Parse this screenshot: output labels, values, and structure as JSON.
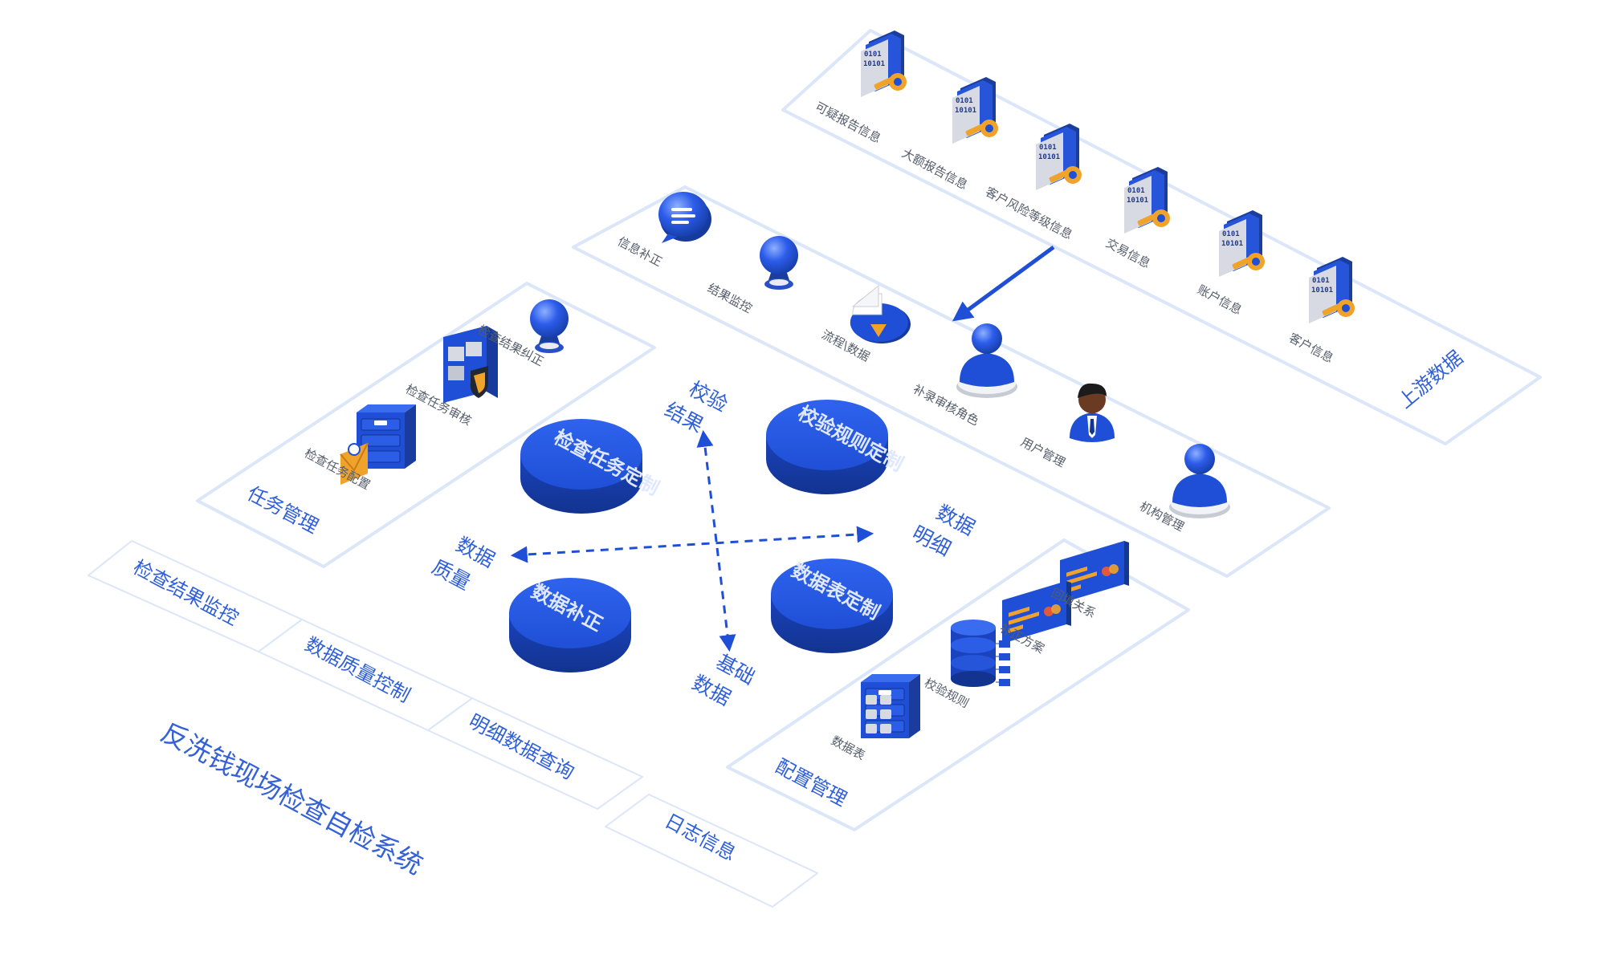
{
  "title": "反洗钱现场检查自检系统",
  "colors": {
    "primary_blue": "#1f4fd6",
    "outline_blue": "#dbe6f8",
    "label_gray": "#555d6b",
    "accent_orange": "#f0a32a",
    "text_blue": "#2f5fd9"
  },
  "upstream": {
    "title": "上游数据",
    "items": [
      "可疑报告信息",
      "大额报告信息",
      "客户风险等级信息",
      "交易信息",
      "账户信息",
      "客户信息"
    ]
  },
  "middle_row": {
    "items": [
      "信息补正",
      "结果监控",
      "流程\\数据",
      "补录审核角色",
      "用户管理",
      "机构管理"
    ]
  },
  "task_management": {
    "title": "任务管理",
    "items": [
      "检查结果纠正",
      "检查任务审核",
      "检查任务配置"
    ]
  },
  "config_management": {
    "title": "配置管理",
    "items": [
      "回填关系",
      "补正方案",
      "校验规则",
      "数据表"
    ]
  },
  "center": {
    "disks": [
      "检查任务定制",
      "校验规则定制",
      "数据补正",
      "数据表定制"
    ],
    "axes": {
      "top": [
        "校验",
        "结果"
      ],
      "bottom": [
        "基础",
        "数据"
      ],
      "left": [
        "数据",
        "质量"
      ],
      "right": [
        "数据",
        "明细"
      ]
    }
  },
  "bottom_modules": [
    "检查结果监控",
    "数据质量控制",
    "明细数据查询",
    "日志信息"
  ]
}
